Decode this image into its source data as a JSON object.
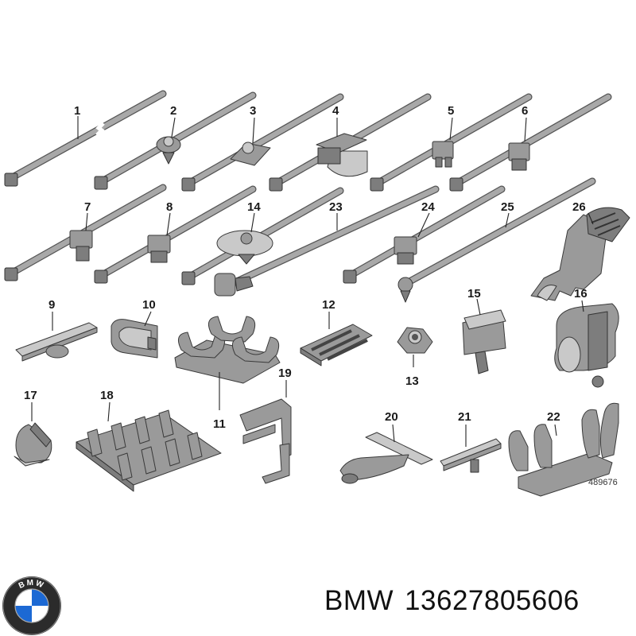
{
  "callouts": [
    "1",
    "2",
    "3",
    "4",
    "5",
    "6",
    "7",
    "8",
    "14",
    "23",
    "24",
    "25",
    "26",
    "9",
    "10",
    "12",
    "15",
    "16",
    "13",
    "11",
    "19",
    "17",
    "18",
    "20",
    "21",
    "22"
  ],
  "reference_number": "489676",
  "brand": "BMW",
  "part_number": "13627805606",
  "logo_letters": "BMW",
  "colors": {
    "part_fill": "#9a9a9a",
    "outline": "#3a3a3a",
    "logo_blue": "#1c69d4"
  }
}
